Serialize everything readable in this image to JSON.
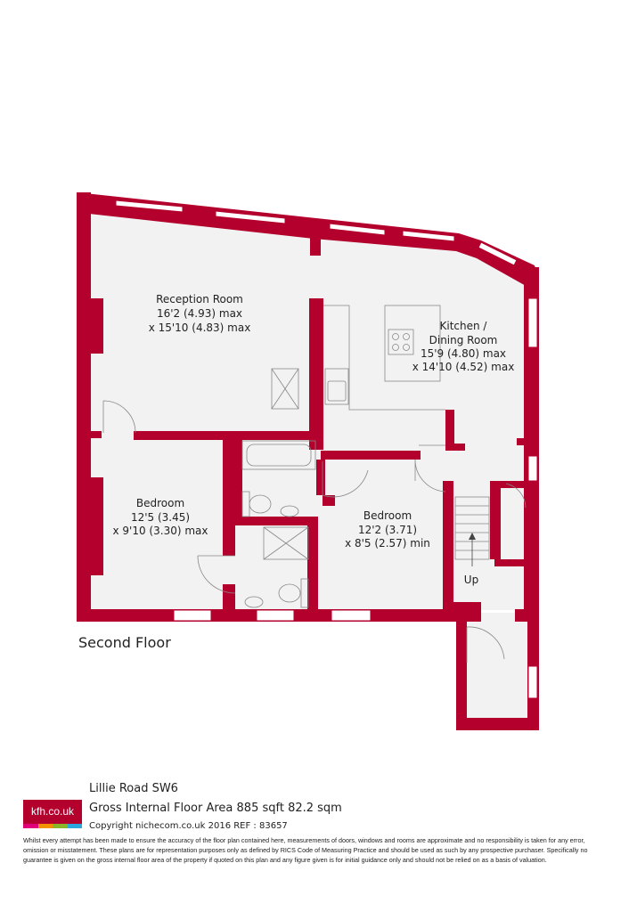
{
  "rooms": {
    "reception": {
      "name": "Reception Room",
      "dim1": "16'2 (4.93) max",
      "dim2": "x 15'10 (4.83) max"
    },
    "kitchen": {
      "name1": "Kitchen /",
      "name2": "Dining Room",
      "dim1": "15'9 (4.80) max",
      "dim2": "x 14'10 (4.52) max"
    },
    "bedroom1": {
      "name": "Bedroom",
      "dim1": "12'5 (3.45)",
      "dim2": "x 9'10 (3.30) max"
    },
    "bedroom2": {
      "name": "Bedroom",
      "dim1": "12'2 (3.71)",
      "dim2": "x 8'5 (2.57) min"
    },
    "stairs": {
      "label": "Up"
    }
  },
  "floor_label": "Second Floor",
  "footer": {
    "logo_text": "kfh.co.uk",
    "address": "Lillie Road SW6",
    "area": "Gross Internal Floor Area 885 sqft 82.2 sqm",
    "copyright": "Copyright nichecom.co.uk 2016 REF : 83657",
    "disclaimer": "Whilst every attempt has been made to ensure the accuracy of the floor plan contained here, measurements of doors, windows and rooms are approximate and no responsibility is taken for any error, omission or misstatement. These plans are for representation purposes only as defined by RICS Code of Measuring Practice and should be used as such by any prospective purchaser. Specifically no guarantee is given on the gross internal floor area of the property if quoted on this plan and any figure given is for initial guidance only and should not be relied on as a basis of valuation."
  },
  "colors": {
    "wall": "#b3002d",
    "floor": "#f2f2f2",
    "logo_stripes": [
      "#e2007a",
      "#f39200",
      "#8bb528",
      "#2aa7dc"
    ]
  }
}
